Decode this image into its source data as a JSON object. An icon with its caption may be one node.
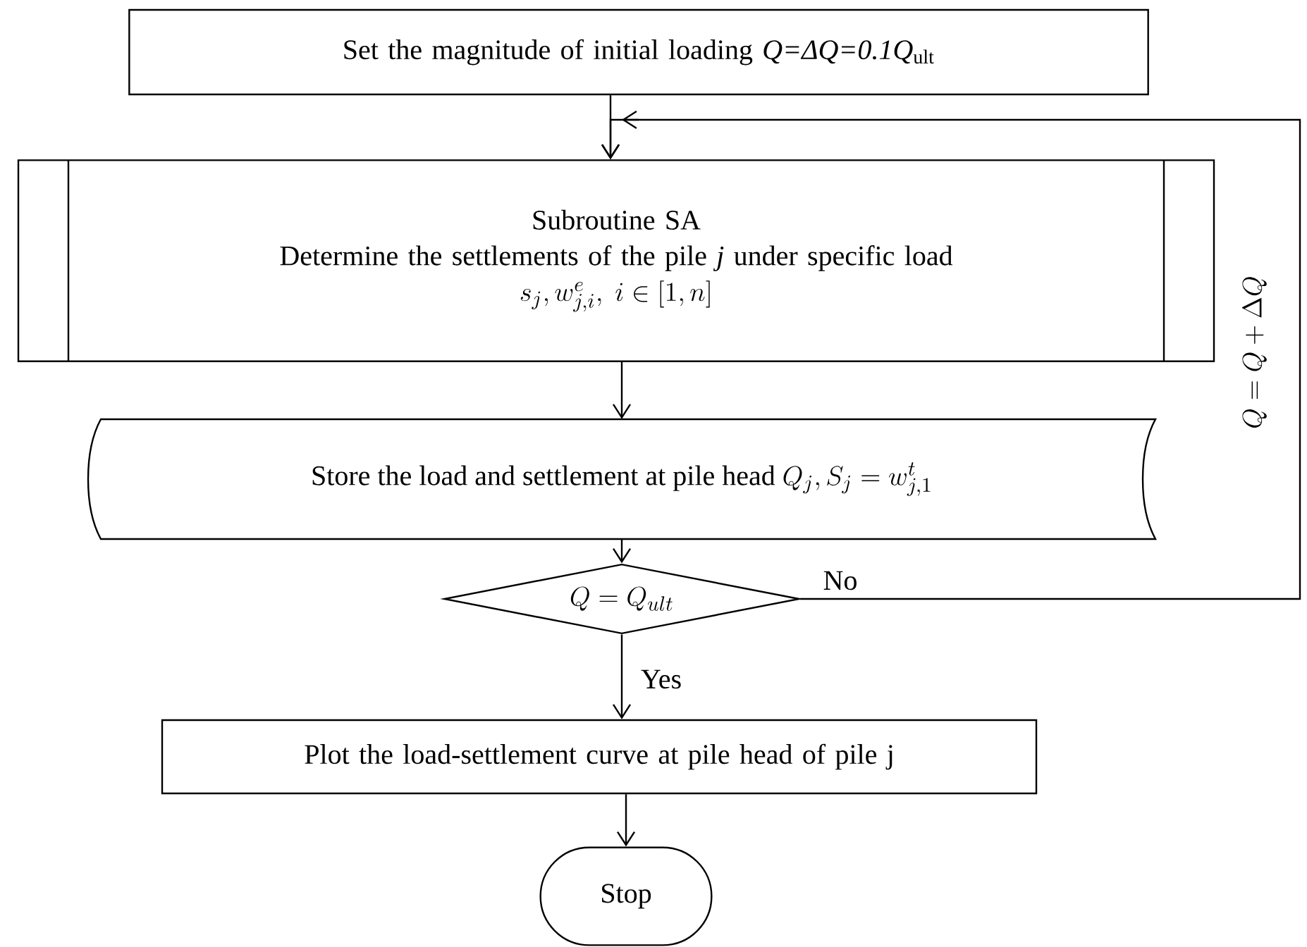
{
  "diagram": {
    "nodes": [
      {
        "text": [
          "Set the magnitude of initial loading *Q=ΔQ=0.1Q*$_{ult}$"
        ]
      },
      {
        "text": [
          "Subroutine SA",
          "Determine the settlements of the pile *j* under specific load",
          "s_{j}, w^{e}_{j,i}, \\; i \\in [1,n]"
        ]
      },
      {
        "text": [
          "Store the load and settlement at pile head",
          "Q_{j}, S_{j} = w^{t}_{j,1}"
        ]
      },
      {
        "text": [
          "Q = Q_{ult}"
        ]
      },
      {
        "text": [
          "Plot the load-settlement curve at pile head of pile j"
        ]
      },
      {
        "text": [
          "Stop"
        ]
      }
    ],
    "edges": [
      {
        "from": 0,
        "to": 1,
        "arrow": "to"
      },
      {
        "from": 1,
        "to": 2,
        "arrow": "to"
      },
      {
        "from": 2,
        "to": 3,
        "arrow": "to"
      },
      {
        "from": 3,
        "to": 4,
        "arrow": "to",
        "label": "Yes"
      },
      {
        "from": 4,
        "to": 5,
        "arrow": "to"
      },
      {
        "from": 3,
        "to": 1,
        "arrow": "to",
        "label": "No"
      }
    ],
    "labels": [
      "Q = Q + \\Delta Q"
    ]
  }
}
